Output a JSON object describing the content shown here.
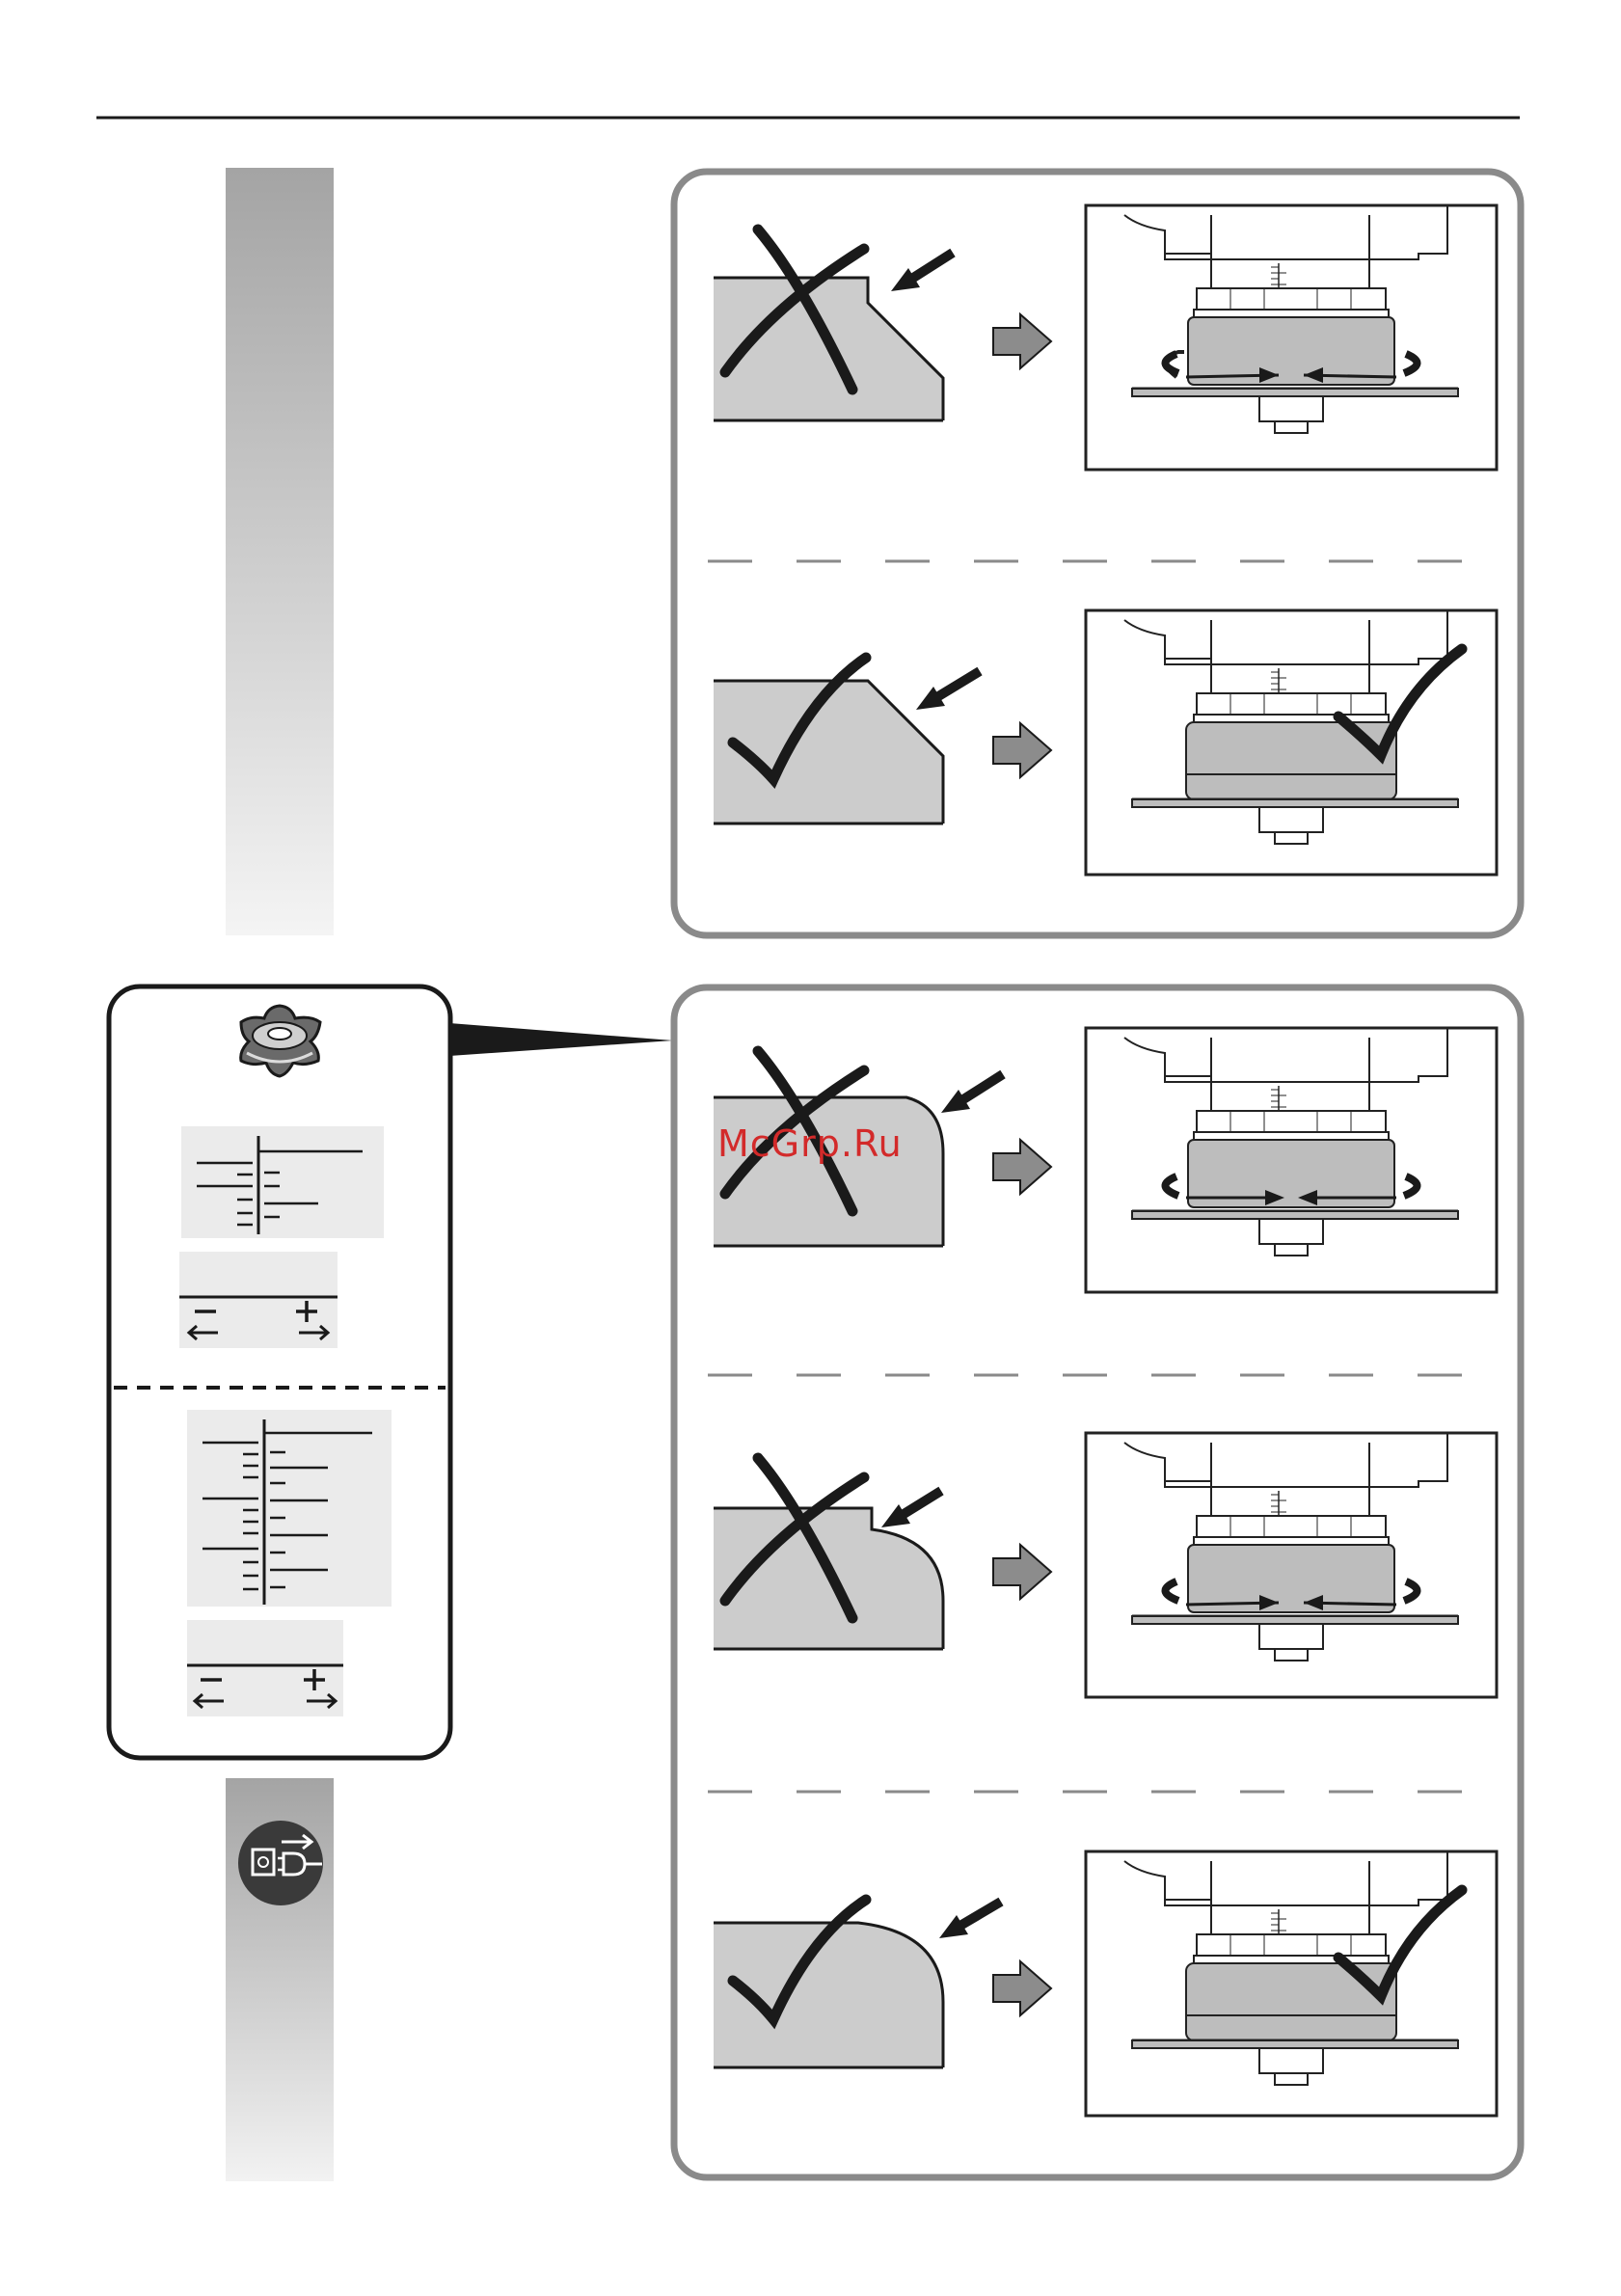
{
  "watermark": "McGrp.Ru",
  "scale": {
    "minus": "–",
    "plus": "+"
  },
  "colors": {
    "panel_border": "#8a8a8a",
    "profile_fill": "#cccccc",
    "arrow_fill": "#8c8c8c",
    "watermark": "#d32a2a"
  },
  "icons": {
    "wrong": "cross-mark-icon",
    "right": "check-mark-icon",
    "knob": "depth-adjust-knob-icon",
    "unplug": "unplug-power-icon"
  },
  "steps": [
    {
      "id": "step-1",
      "result": "wrong",
      "profile": "chamfer-stepped"
    },
    {
      "id": "step-2",
      "result": "right",
      "profile": "chamfer"
    },
    {
      "id": "step-3",
      "result": "wrong",
      "profile": "round-high"
    },
    {
      "id": "step-4",
      "result": "wrong",
      "profile": "round-stepped"
    },
    {
      "id": "step-5",
      "result": "right",
      "profile": "round"
    }
  ]
}
